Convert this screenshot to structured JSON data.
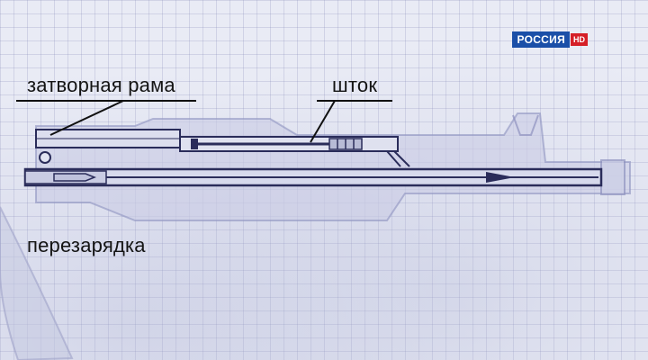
{
  "labels": {
    "bolt_carrier": "затворная рама",
    "piston_rod": "шток",
    "reload": "перезарядка"
  },
  "logo": {
    "text": "РОССИЯ",
    "badge": "HD"
  },
  "colors": {
    "background": "#e9ebf5",
    "line": "#2a2c5a",
    "label_text": "#141414",
    "logo_blue": "#1b4fa8",
    "logo_red": "#d51f27"
  }
}
